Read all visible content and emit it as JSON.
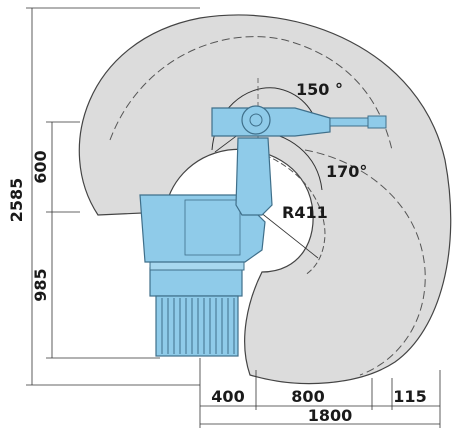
{
  "dimensions": {
    "overall_height": "2585",
    "upper_height": "600",
    "lower_height": "985",
    "base_offset": "400",
    "reach_mid": "800",
    "reach_end": "115",
    "total_reach": "1800"
  },
  "annotations": {
    "upper_arm_angle": "150 °",
    "wrist_angle": "170°",
    "inner_radius": "R411"
  },
  "colors": {
    "workspace_fill": "#dcdcdc",
    "robot_fill": "#8fcbe9",
    "robot_outline": "#3f6f8a",
    "line": "#333333"
  }
}
